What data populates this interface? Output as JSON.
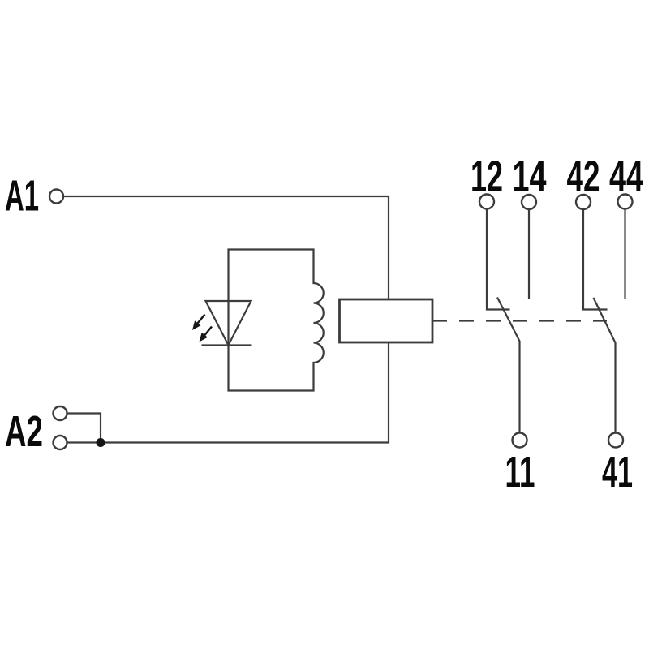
{
  "diagram_type": "relay-module-schematic",
  "colors": {
    "background": "#ffffff",
    "line": "#3c3c3c",
    "text": "#0a0a0a",
    "junction_dot": "#151515"
  },
  "coil_circuit": {
    "terminal_a1": "A1",
    "terminal_a2": "A2",
    "symbols": [
      "led-indicator",
      "coil-winding",
      "relay-box"
    ]
  },
  "contacts": {
    "group1": {
      "nc_terminal": "12",
      "no_terminal": "14",
      "common_terminal": "11"
    },
    "group2": {
      "nc_terminal": "42",
      "no_terminal": "44",
      "common_terminal": "41"
    }
  }
}
